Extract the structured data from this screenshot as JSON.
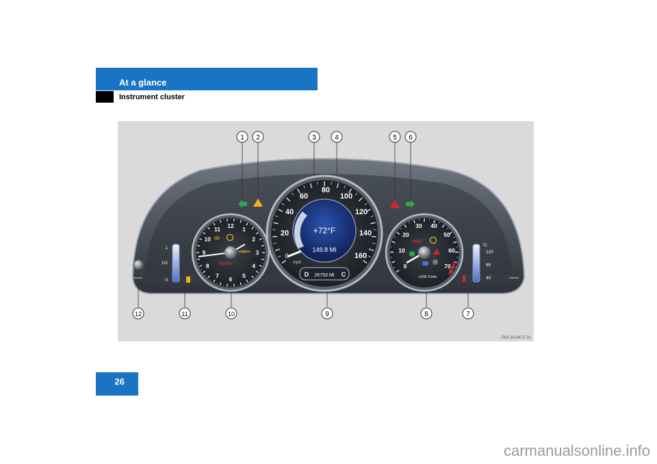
{
  "header": {
    "section": "At a glance",
    "subsection": "Instrument cluster"
  },
  "figure": {
    "callouts": [
      "1",
      "2",
      "3",
      "4",
      "5",
      "6",
      "7",
      "8",
      "9",
      "10",
      "11",
      "12"
    ],
    "ref_code": "P54.30-9472-31",
    "speedometer": {
      "scale": [
        "20",
        "40",
        "60",
        "80",
        "100",
        "120",
        "140",
        "160"
      ],
      "unit": "mph",
      "zero": "0",
      "temperature": "+72°F",
      "trip": "149.8 MI",
      "odometer": "26753 MI",
      "odometer_left": "D",
      "odometer_right": "C"
    },
    "clock": {
      "numerals": [
        "12",
        "1",
        "2",
        "3",
        "4",
        "5",
        "6",
        "7",
        "8",
        "9",
        "10",
        "11"
      ],
      "check_engine": "check engine",
      "brake": "Brake"
    },
    "tachometer": {
      "scale": [
        "0",
        "10",
        "20",
        "30",
        "40",
        "50",
        "60",
        "70"
      ],
      "unit": "x100 1/min",
      "srs": "SRS"
    },
    "fuel_gauge": {
      "labels": [
        "1",
        "1/2",
        "0"
      ]
    },
    "coolant_gauge": {
      "unit": "°C",
      "labels": [
        "120",
        "80",
        "40"
      ]
    }
  },
  "footer": {
    "page_number": "26",
    "watermark": "carmanualsonline.info"
  },
  "colors": {
    "header_blue": "#1a74c4",
    "figure_bg": "#dadada"
  }
}
